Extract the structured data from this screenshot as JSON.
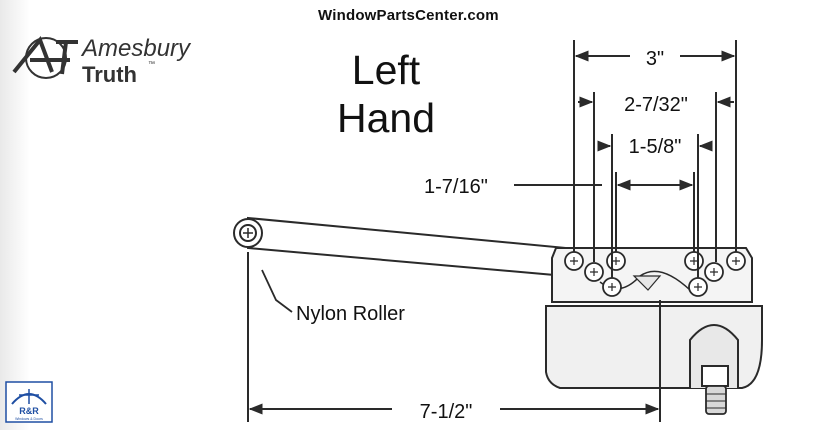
{
  "header": {
    "site_title": "WindowPartsCenter.com"
  },
  "brand": {
    "logo_line1": "Amesbury",
    "logo_line2": "Truth",
    "trademark": "™",
    "badge_text": "R&R",
    "badge_subtext": "Windows & Doors"
  },
  "title": {
    "line1": "Left",
    "line2": "Hand"
  },
  "dimensions": {
    "overall_width": "3\"",
    "outer_hole_spacing": "2-7/32\"",
    "inner_hole_spacing": "1-5/8\"",
    "offset": "1-7/16\"",
    "arm_length": "7-1/2\""
  },
  "callouts": {
    "roller": "Nylon Roller"
  },
  "colors": {
    "line": "#2a2a2a",
    "badge_blue": "#1f4fa3"
  }
}
